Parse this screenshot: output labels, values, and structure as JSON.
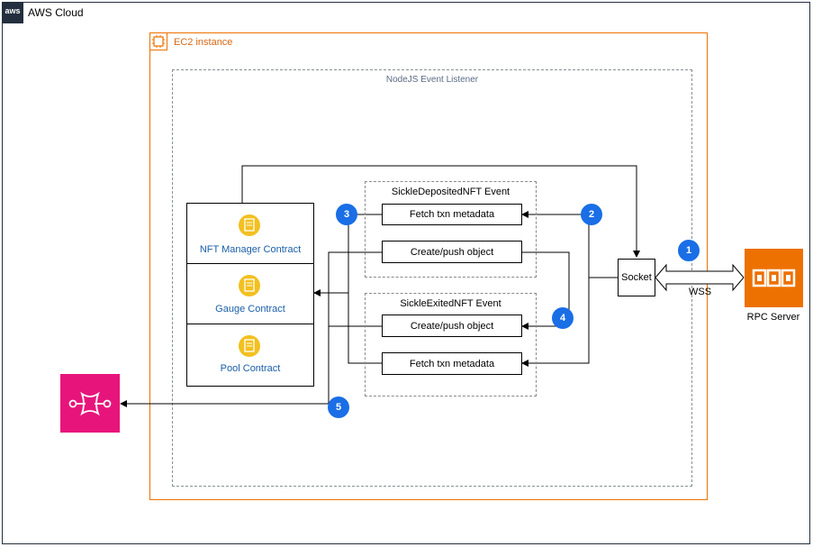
{
  "cloud": {
    "title": "AWS Cloud",
    "logo_text": "aws"
  },
  "ec2": {
    "title": "EC2 instance",
    "icon": "ec2-instance-icon"
  },
  "listener": {
    "title": "NodeJS Event Listener"
  },
  "contracts": [
    {
      "label": "NFT Manager Contract",
      "icon": "contract-icon"
    },
    {
      "label": "Gauge Contract",
      "icon": "contract-icon"
    },
    {
      "label": "Pool Contract",
      "icon": "contract-icon"
    }
  ],
  "deposited": {
    "title": "SickleDepositedNFT Event",
    "fetch_label": "Fetch txn metadata",
    "push_label": "Create/push object"
  },
  "exited": {
    "title": "SickleExitedNFT Event",
    "push_label": "Create/push object",
    "fetch_label": "Fetch txn metadata"
  },
  "socket": {
    "label": "Socket"
  },
  "wss": {
    "label": "WSS"
  },
  "rpc": {
    "label": "RPC Server",
    "icon": "blockchain-node-icon"
  },
  "sqs": {
    "icon": "sqs-queue-icon"
  },
  "steps": [
    "1",
    "2",
    "3",
    "4",
    "5"
  ],
  "colors": {
    "aws_dark": "#232f3e",
    "ec2_orange": "#ed7100",
    "badge_blue": "#1a6ee6",
    "sqs_pink": "#e7157b",
    "contract_yellow": "#f2c020"
  }
}
